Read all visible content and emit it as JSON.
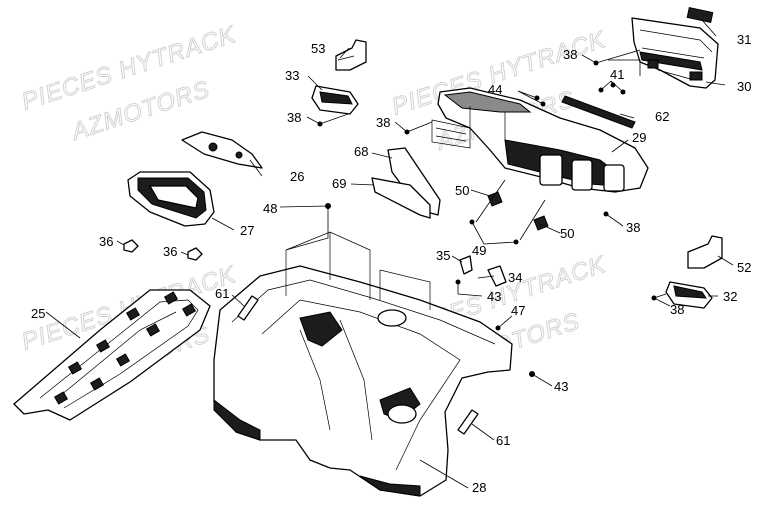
{
  "watermark": {
    "line1": "PIECES HYTRACK",
    "line2": "AZMOTORS",
    "color": "#cfcfcf"
  },
  "callouts": {
    "c53": "53",
    "c33": "33",
    "c38a": "38",
    "c31": "31",
    "c38b": "38",
    "c30": "30",
    "c41": "41",
    "c44": "44",
    "c38c": "38",
    "c62": "62",
    "c29": "29",
    "c68": "68",
    "c69": "69",
    "c50a": "50",
    "c50b": "50",
    "c38d": "38",
    "c49": "49",
    "c26": "26",
    "c27": "27",
    "c48": "48",
    "c36a": "36",
    "c36b": "36",
    "c35": "35",
    "c34": "34",
    "c43a": "43",
    "c52": "52",
    "c32": "32",
    "c38e": "38",
    "c25": "25",
    "c61a": "61",
    "c47": "47",
    "c43b": "43",
    "c61b": "61",
    "c28": "28"
  }
}
